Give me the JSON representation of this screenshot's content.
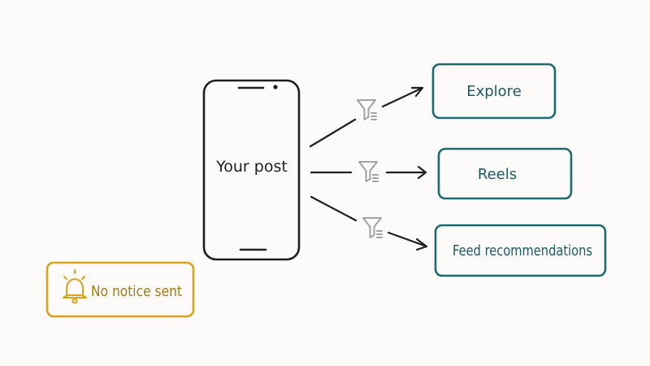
{
  "phone": {
    "label": "Your post"
  },
  "destinations": [
    {
      "label": "Explore"
    },
    {
      "label": "Reels"
    },
    {
      "label": "Feed recommendations"
    }
  ],
  "notice": {
    "label": "No notice sent",
    "icon": "bell-icon"
  },
  "filter_icon": "funnel-filter-icon",
  "colors": {
    "ink": "#1f1f1f",
    "teal": "#1d6b72",
    "teal_text": "#1f5a63",
    "amber": "#dba11c",
    "amber_text": "#a67a10",
    "filter_gray": "#a3a3a3",
    "background": "#fcfbfa"
  }
}
